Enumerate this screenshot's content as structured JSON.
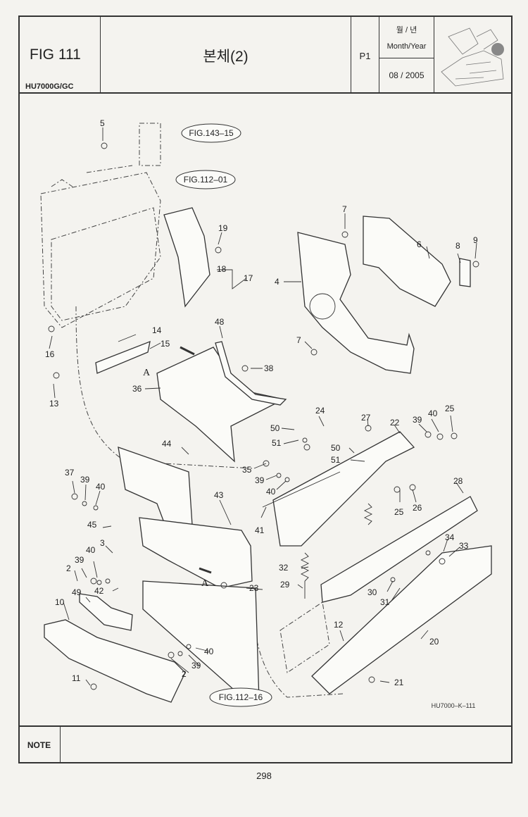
{
  "header": {
    "fig": "FIG 111",
    "model": "HU7000G/GC",
    "title": "본체(2)",
    "page": "P1",
    "month_year_label_ko": "월 / 년",
    "month_year_label_en": "Month/Year",
    "date": "08 / 2005"
  },
  "diagram": {
    "refs": {
      "fig143": "FIG.143–15",
      "fig112a": "FIG.112–01",
      "fig112b": "FIG.112–16"
    },
    "view_marks": [
      "A",
      "A"
    ],
    "drawing_code": "HU7000–K–111",
    "callouts": {
      "c5": "5",
      "c7a": "7",
      "c6": "6",
      "c8": "8",
      "c9": "9",
      "c4": "4",
      "c19": "19",
      "c18": "18",
      "c17": "17",
      "c16": "16",
      "c14": "14",
      "c15": "15",
      "c13": "13",
      "c48": "48",
      "c38": "38",
      "c36": "36",
      "c7b": "7",
      "c24": "24",
      "c27": "27",
      "c22": "22",
      "c39a": "39",
      "c40a": "40",
      "c25a": "25",
      "c50a": "50",
      "c51a": "51",
      "c50b": "50",
      "c51b": "51",
      "c44": "44",
      "c35": "35",
      "c39b": "39",
      "c40b": "40",
      "c28": "28",
      "c37": "37",
      "c39c": "39",
      "c40c": "40",
      "c43": "43",
      "c41": "41",
      "c25b": "25",
      "c26": "26",
      "c45": "45",
      "c3": "3",
      "c34": "34",
      "c33": "33",
      "c40d": "40",
      "c39d": "39",
      "c2a": "2",
      "c42": "42",
      "c32": "32",
      "c23": "23",
      "c29": "29",
      "c30": "30",
      "c31": "31",
      "c10": "10",
      "c49": "49",
      "c12": "12",
      "c20": "20",
      "c40e": "40",
      "c39e": "39",
      "c2b": "2",
      "c11": "11",
      "c21": "21"
    }
  },
  "note": {
    "label": "NOTE"
  },
  "footer": {
    "page_number": "298"
  }
}
